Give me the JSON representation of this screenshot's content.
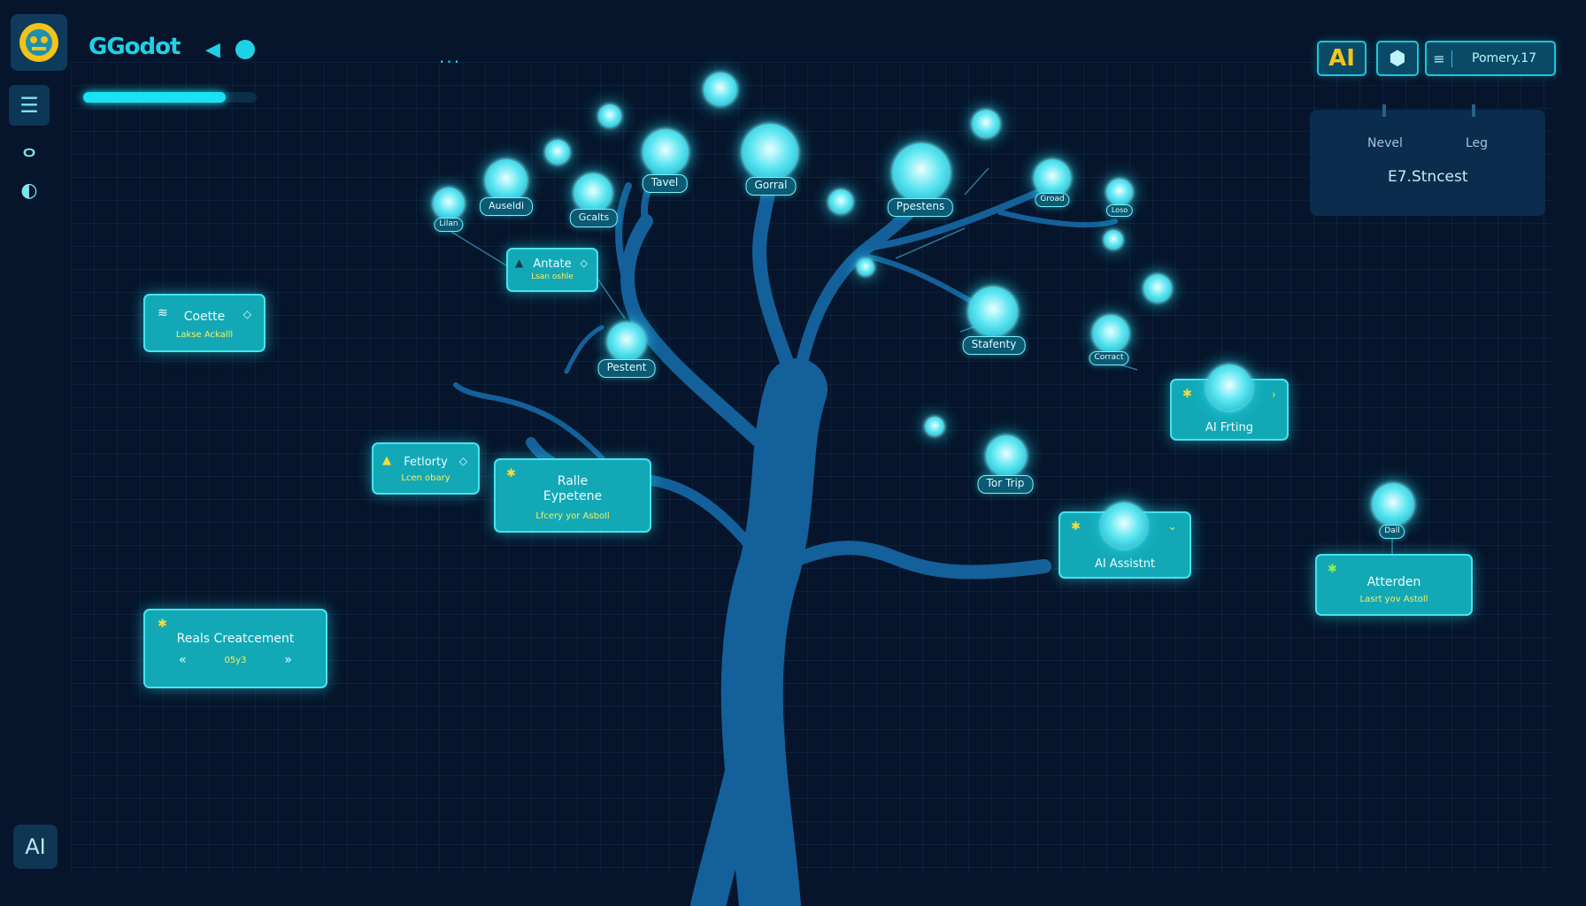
{
  "app": {
    "brand": "Godot",
    "brand_glyph": "G"
  },
  "colors": {
    "background": "#06152b",
    "accent": "#19e3f2",
    "card": "#13a8b6",
    "highlight": "#f5dd3a",
    "branch": "#1565a0"
  },
  "toolbar": {
    "ai_label": "AI",
    "box_icon": "cube-icon",
    "menu_label": "Pomery.17",
    "dots": "..."
  },
  "info_panel": {
    "col1": "Nevel",
    "col2": "Leg",
    "value": "E7.Stncest"
  },
  "progress": {
    "value": 0.82
  },
  "sidebar": {
    "items": [
      {
        "name": "list-icon",
        "glyph": "☰"
      },
      {
        "name": "branch-icon",
        "glyph": "ⴰ"
      },
      {
        "name": "half-moon-icon",
        "glyph": "◐"
      }
    ],
    "ai_label": "AI"
  },
  "nodes": [
    {
      "label": "Lilan"
    },
    {
      "label": "Auseldi"
    },
    {
      "label": "Gcalts"
    },
    {
      "label": "Tavel"
    },
    {
      "label": "Gorral"
    },
    {
      "label": "Ppestens"
    },
    {
      "label": "Groad"
    },
    {
      "label": "Loso"
    },
    {
      "label": "Pestent"
    },
    {
      "label": "Stafenty"
    },
    {
      "label": "Corract"
    },
    {
      "label": "Tor Trip"
    },
    {
      "label": "Dall"
    }
  ],
  "cards": [
    {
      "title": "Coette",
      "sub": "Lakse Ackalll"
    },
    {
      "title": "Antate",
      "sub": "Lsan oshle"
    },
    {
      "title": "Fetlorty",
      "sub": "Lcen obary"
    },
    {
      "title": "Ralle Eypetene",
      "sub": "Lfcery yor Asboll"
    },
    {
      "title": "Reals Creatcement",
      "sub": "05y3",
      "prev": "«",
      "next": "»"
    },
    {
      "title": "AI Frting"
    },
    {
      "title": "AI Assistnt"
    },
    {
      "title": "Atterden",
      "sub": "Lasrt yov Astoll"
    }
  ]
}
